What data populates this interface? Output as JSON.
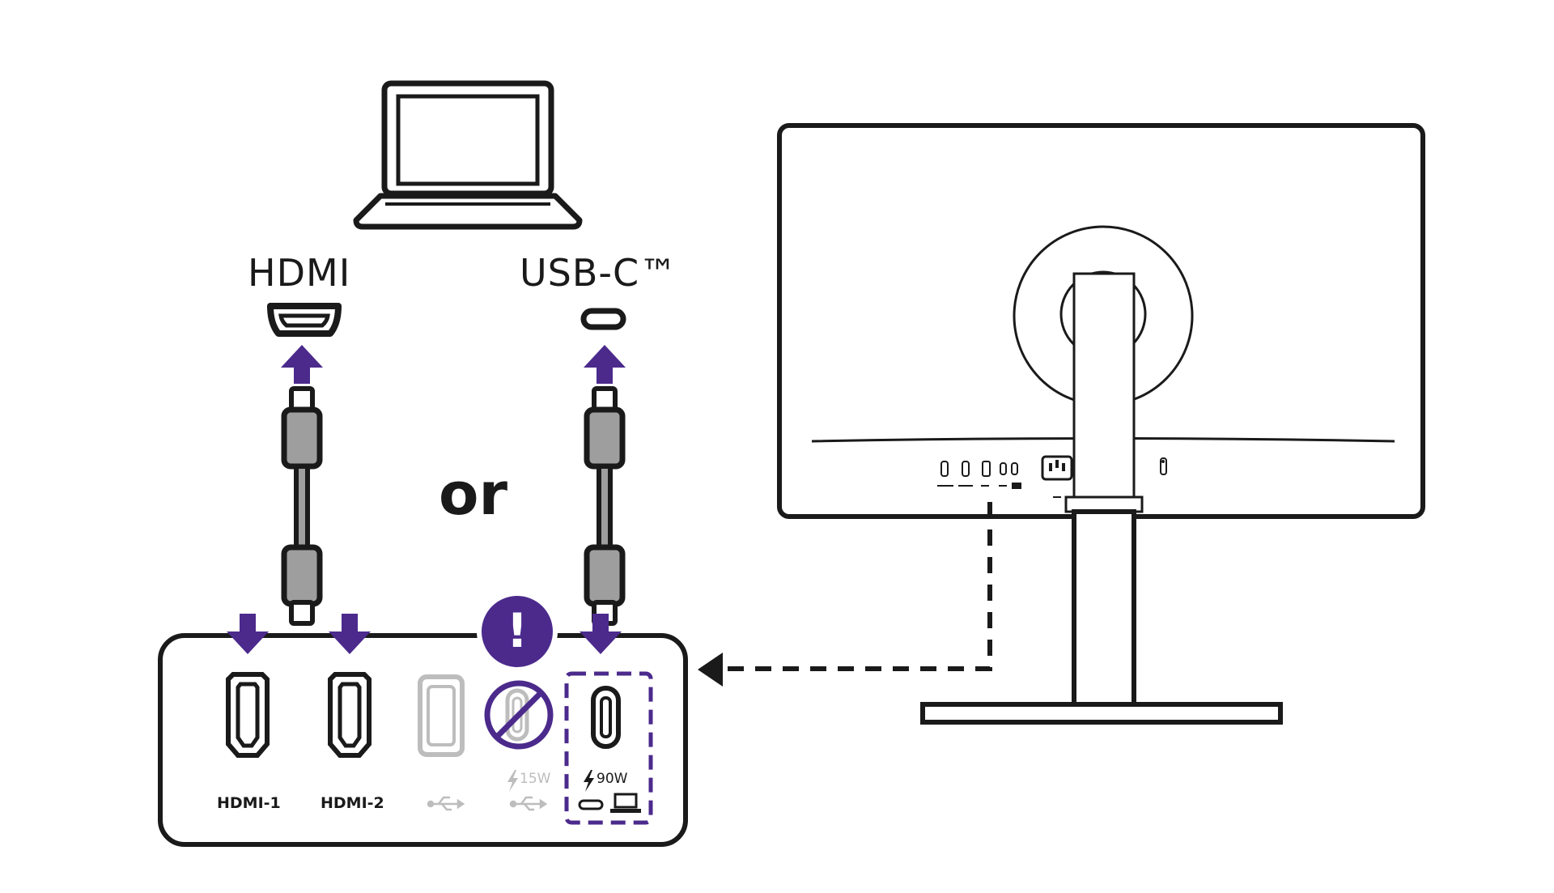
{
  "labels": {
    "hdmi": "HDMI",
    "usbc": "USB-C™",
    "or": "or",
    "warning": "!"
  },
  "ports": {
    "hdmi1": "HDMI-1",
    "hdmi2": "HDMI-2",
    "usb_power": "15W",
    "usbc_power": "90W"
  },
  "colors": {
    "accent": "#4b2a8c",
    "line": "#1a1a1a",
    "disabled": "#bdbdbd"
  },
  "icons": [
    "laptop-icon",
    "hdmi-port-icon",
    "usbc-port-icon",
    "cable-icon",
    "arrow-up-icon",
    "arrow-down-icon",
    "warning-icon",
    "no-sign-icon",
    "usb-icon",
    "lightning-icon",
    "monitor-rear-icon"
  ]
}
